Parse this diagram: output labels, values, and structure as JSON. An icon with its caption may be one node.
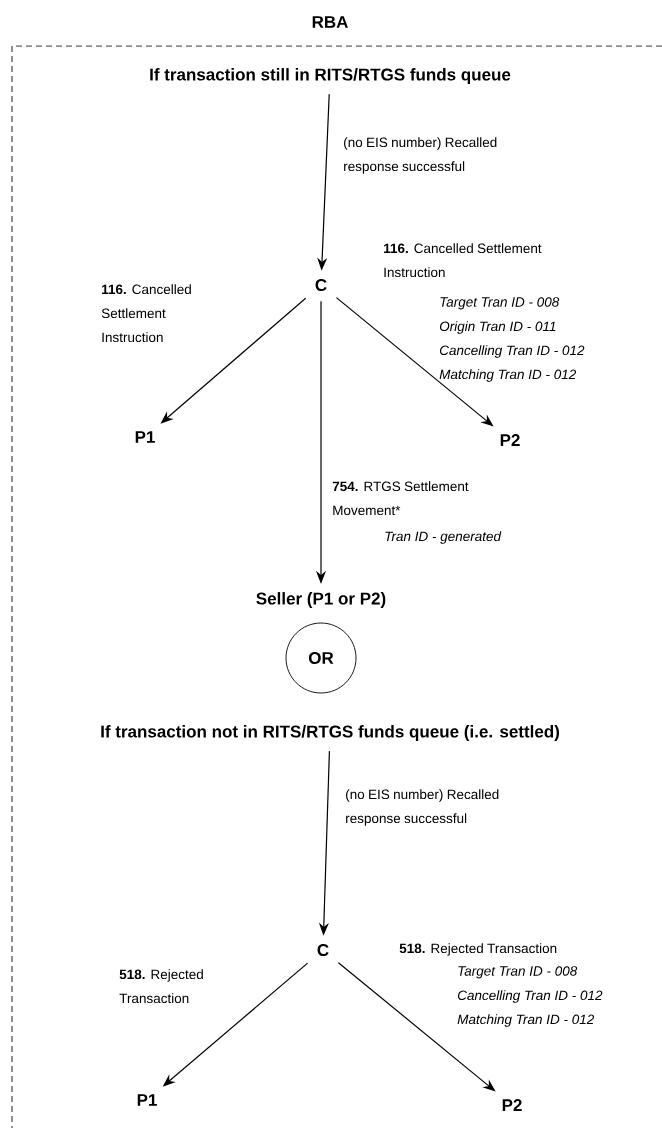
{
  "diagram": {
    "nodes": [
      {
        "text": [
          "RBA"
        ]
      },
      {
        "text": [
          "If transaction still in RITS/RTGS funds queue"
        ],
        "in": 0
      },
      {
        "text": [
          "C"
        ],
        "in": 0
      },
      {
        "text": [
          "P1"
        ],
        "in": 0
      },
      {
        "text": [
          "P2"
        ],
        "in": 0
      },
      {
        "text": [
          "Seller (P1 or P2)"
        ],
        "in": 0
      },
      {
        "text": [
          "OR"
        ],
        "in": 0
      },
      {
        "text": [
          "If transaction not in RITS/RTGS funds queue (i.e. settled)"
        ],
        "in": 0
      },
      {
        "text": [
          "C"
        ],
        "in": 0
      },
      {
        "text": [
          "P1"
        ],
        "in": 0
      },
      {
        "text": [
          "P2"
        ],
        "in": 0
      }
    ],
    "edges": [
      {
        "from": 1,
        "to": 2,
        "arrow": "to",
        "label": "(no EIS number) Recalled response successful"
      },
      {
        "from": 2,
        "to": 3,
        "arrow": "to",
        "label": "**116.** Cancelled Settlement Instruction"
      },
      {
        "from": 2,
        "to": 4,
        "arrow": "to",
        "label": "**116.** Cancelled Settlement Instruction"
      },
      {
        "from": 2,
        "to": 5,
        "arrow": "to",
        "label": "**754.** RTGS Settlement Movement*"
      },
      {
        "from": 7,
        "to": 8,
        "arrow": "to",
        "label": "(no EIS number) Recalled response successful"
      },
      {
        "from": 8,
        "to": 9,
        "arrow": "to",
        "label": "**518.** Rejected Transaction"
      },
      {
        "from": 8,
        "to": 10,
        "arrow": "to",
        "label": "**518.** Rejected Transaction"
      }
    ],
    "labels": [
      "Target Tran ID - 008",
      "Origin Tran ID - 011",
      "Cancelling Tran ID - 012",
      "Matching Tran ID - 012",
      "Tran ID - generated",
      "Target Tran ID - 008",
      "Cancelling Tran ID - 012",
      "Matching Tran ID - 012"
    ]
  }
}
